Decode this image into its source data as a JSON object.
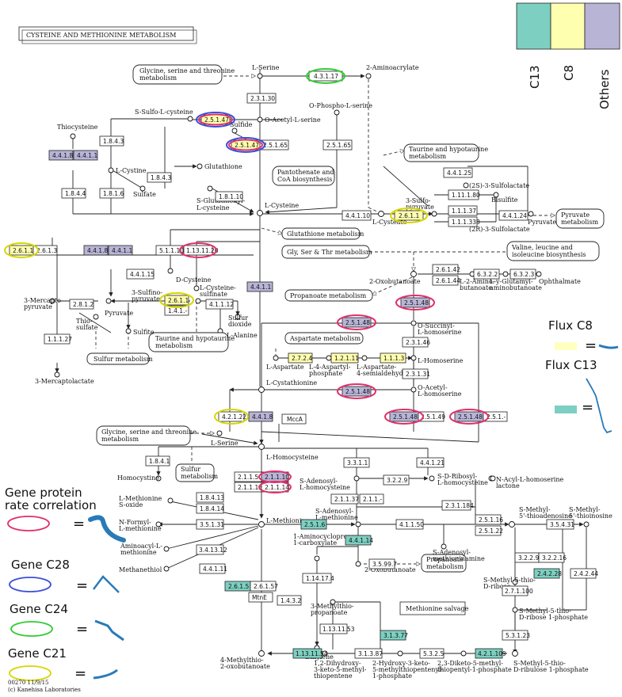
{
  "title": "CYSTEINE AND METHIONINE METABOLISM",
  "footer": {
    "line1": "00270 11/9/15",
    "line2": "(c) Kanehisa Laboratories"
  },
  "colors": {
    "c13": "#7dcfc1",
    "c8": "#ffffb0",
    "others": "#b8b4d6",
    "rate": "#e0306a",
    "c28": "#3b4fd8",
    "c24": "#33cc33",
    "c21": "#d6d600",
    "curve": "#2a7ab8"
  },
  "color_key": {
    "c13": "C13",
    "c8": "C8",
    "others": "Others"
  },
  "flux": {
    "c8": "Flux  C8",
    "c13": "Flux  C13",
    "eq": "="
  },
  "legend": {
    "rate": "Gene protein rate correlation",
    "c28": "Gene C28",
    "c24": "Gene C24",
    "c21": "Gene C21",
    "eq": "="
  },
  "compounds": {
    "serine": "L-Serine",
    "aminoacrylate": "2-Aminoacrylate",
    "sulfo_cys": "S-Sulfo-L-cysteine",
    "acetylserine": "O-Acetyl-L-serine",
    "phosphoserine": "O-Phospho-L-serine",
    "thiocysteine": "Thiocysteine",
    "sulfide": "Sulfide",
    "cystine": "L-Cystine",
    "sulfate": "Sulfate",
    "glutathione": "Glutathione",
    "sgluta1": "S-Glutathionyl-",
    "sgluta2": "L-cysteine",
    "cysteine": "L-Cysteine",
    "cysteate": "L-Cysteate",
    "sulfolactate": "(2S)-3-Sulfolactate",
    "bisulfite": "Bisulfite",
    "sulfopyr1": "3-Sulfo-",
    "sulfopyr2": "pyruvate",
    "r_sulfolactate": "(2R)-3-Sulfolactate",
    "pyruvate_r": "Pyruvate",
    "dcysteine": "D-Cysteine",
    "lcys_sulf1": "L-Cysteine-",
    "lcys_sulf2": "sulfinate",
    "mercaptopyr1": "3-Mercapto-",
    "mercaptopyr2": "pyruvate",
    "sulfinopyr1": "3-Sulfino-",
    "sulfinopyr2": "pyruvate",
    "pyruvate_l": "Pyruvate",
    "thiosulfate1": "Thio-",
    "thiosulfate2": "sulfate",
    "sulfite": "Sulfite",
    "sdioxide1": "Sulfur",
    "sdioxide2": "dioxide",
    "alanine": "L-Alanine",
    "mercaptolactate": "3-Mercaptolactate",
    "oxobutanoate": "2-Oxobutanoate",
    "aminobut1": "L-2-Amino-",
    "aminobut2": "butanoate",
    "glutamyl1": "L-y-Glutamyl-",
    "glutamyl2": "aminobutanoate",
    "ophthalmate": "Ophthalmate",
    "succhomoser1": "O-Succinyl-",
    "succhomoser2": "L-homoserine",
    "homoserine": "L-Homoserine",
    "aspartate": "L-Aspartate",
    "aspphos1": "L-4-Aspartyl-",
    "aspphos2": "phosphate",
    "aspsemi1": "L-Aspartate-",
    "aspsemi2": "4-semialdehyde",
    "cystathionine": "L-Cystathionine",
    "acethomoser1": "O-Acetyl-",
    "acethomoser2": "L-homoserine",
    "lserine2": "L-Serine",
    "homocysteine": "L-Homocysteine",
    "homocystine": "Homocystine",
    "sah1": "S-Adenosyl-",
    "sah2": "L-homocysteine",
    "sribosyl1": "S-D-Ribosyl-",
    "sribosyl2": "L-homocysteine",
    "acylhomoser1": "N-Acyl-L-homoserine",
    "acylhomoser2": "lactone",
    "metsulfox1": "L-Methionine",
    "metsulfox2": "S-oxide",
    "methionine": "L-Methionine",
    "sam1": "S-Adenosyl-",
    "sam2": "L-methionine",
    "mta1": "S-Methyl-",
    "mta2": "5'-thioadenosine",
    "mtinosine1": "S-Methyl-",
    "mtinosine2": "5'-thioinosine",
    "formylmet1": "N-Formyl-",
    "formylmet2": "L-methionine",
    "dcsam1": "S-Adenosyl-",
    "dcsam2": "methioninamine",
    "aminoacylmet1": "Aminoacyl-L-",
    "aminoacylmet2": "methionine",
    "methanethiol": "Methanethiol",
    "acc1": "1-Aminocyclopropane-",
    "acc2": "1-carboxylate",
    "oxobut2": "2-Oxobutanoate",
    "mtr1": "S-Methyl-5-thio-",
    "mtr2": "D-ribose",
    "mtr1p1": "S-Methyl-5-thio-",
    "mtr1p2": "D-ribose 1-phosphate",
    "ethylene": "Ethylene",
    "mtprop1": "3-Methylthio-",
    "mtprop2": "propanoate",
    "salvage": "Methionine salvage",
    "mtob1": "4-Methylthio-",
    "mtob2": "2-oxobutanoate",
    "dhk1": "1,2-Dihydroxy-",
    "dhk2": "3-keto-5-methyl-",
    "dhk3": "thiopentene",
    "hk1": "2-Hydroxy-3-keto-",
    "hk2": "5-methylthiopentenyl-",
    "hk3": "1-phosphate",
    "dk1": "2,3-Diketo-5-methyl-",
    "dk2": "thiopentyl-1-phosphate",
    "mtru1p1": "S-Methyl-5-thio-",
    "mtru1p2": "D-ribulose 1-phosphate"
  },
  "maps": {
    "gly_ser_thr": "Glycine, serine and threonine",
    "gly_ser_thr2": "metabolism",
    "taurine": "Taurine and hypotaurine",
    "taurine2": "metabolism",
    "pantothenate": "Pantothenate and",
    "pantothenate2": "CoA biosynthesis",
    "pyruvate": "Pyruvate",
    "pyruvate2": "metabolism",
    "glutathione": "Glutathione metabolism",
    "gst": "Gly, Ser & Thr metabolism",
    "val_leu": "Valine, leucine and",
    "val_leu2": "isoleucine biosynthesis",
    "propanoate": "Propanoate metabolism",
    "taurine_b": "Taurine and hypotaurine",
    "taurine_b2": "metabolism",
    "sulfur": "Sulfur metabolism",
    "aspartate": "Aspartate metabolism",
    "gly_ser_thr_b": "Glycine, serine and threonine",
    "gly_ser_thr_b2": "metabolism",
    "sulfur_b": "Sulfur",
    "sulfur_b2": "metabolism",
    "propanoate_b": "Propanoate",
    "propanoate_b2": "metabolism"
  },
  "enzymes": {
    "e_4_3_1_17": "4.3.1.17",
    "e_2_3_1_30": "2.3.1.30",
    "e_2_5_1_47a": "2.5.1.47",
    "e_2_5_1_47b": "2.5.1.47",
    "e_2_5_1_65": "2.5.1.65",
    "e_2_5_1_65b": "2.5.1.65",
    "e_1_8_4_3": "1.8.4.3",
    "e_4_4_1_8a": "4.4.1.8",
    "e_4_4_1_1a": "4.4.1.1",
    "e_1_8_4_3b": "1.8.4.3",
    "e_1_8_4_4": "1.8.4.4",
    "e_1_8_1_6": "1.8.1.6",
    "e_1_8_1_10": "1.8.1.10",
    "e_4_4_1_25": "4.4.1.25",
    "e_1_11_1_80": "1.11.1.80",
    "e_4_4_1_10": "4.4.1.10",
    "e_2_6_1_1a": "2.6.1.1",
    "e_1_1_1_37": "1.1.1.37",
    "e_1_1_1_338": "1.1.1.338",
    "e_4_4_1_24": "4.4.1.24",
    "e_2_6_1_1b": "2.6.1.1",
    "e_2_6_1_3": "2.6.1.3",
    "e_4_4_1_8b": "4.4.1.8",
    "e_4_4_1_1b": "4.4.1.1",
    "e_5_1_1_10": "5.1.1.10",
    "e_1_13_11_20": "1.13.11.20",
    "e_4_4_1_15": "4.4.1.15",
    "e_2_8_1_2": "2.8.1.2",
    "e_2_6_1_1c": "2.6.1.1",
    "e_1_4_1_x": "1.4.1.-",
    "e_4_1_1_12": "4.1.1.12",
    "e_4_4_1_1c": "4.4.1.1",
    "e_1_1_1_27": "1.1.1.27",
    "e_2_6_1_42": "2.6.1.42",
    "e_2_6_1_44": "2.6.1.44",
    "e_6_3_2_2": "6.3.2.2",
    "e_6_3_2_3": "6.3.2.3",
    "e_2_5_1_48a": "2.5.1.48",
    "e_2_5_1_48b": "2.5.1.48",
    "e_2_3_1_46": "2.3.1.46",
    "e_2_7_2_4": "2.7.2.4",
    "e_1_2_1_11": "1.2.1.11",
    "e_1_1_1_3": "1.1.1.3",
    "e_2_3_1_31": "2.3.1.31",
    "e_2_5_1_48c": "2.5.1.48",
    "e_2_5_1_48d": "2.5.1.48",
    "e_2_5_1_49": "2.5.1.49",
    "e_2_5_1_48e": "2.5.1.48",
    "e_2_5_1_x": "2.5.1.-",
    "e_4_2_1_22": "4.2.1.22",
    "e_4_4_1_8c": "4.4.1.8",
    "e_mcca": "MccA",
    "e_1_8_4_1": "1.8.4.1",
    "e_2_1_1_5": "2.1.1.5",
    "e_2_1_1_10": "2.1.1.10",
    "e_2_1_1_13": "2.1.1.13",
    "e_2_1_1_14": "2.1.1.14",
    "e_3_3_1_1": "3.3.1.1",
    "e_4_4_1_21": "4.4.1.21",
    "e_3_2_2_9a": "3.2.2.9",
    "e_2_1_1_37": "2.1.1.37",
    "e_2_1_1_x": "2.1.1.-",
    "e_2_3_1_184": "2.3.1.184",
    "e_1_8_4_13": "1.8.4.13",
    "e_1_8_4_14": "1.8.4.14",
    "e_3_5_1_31": "3.5.1.31",
    "e_2_5_1_6": "2.5.1.6",
    "e_4_1_1_50": "4.1.1.50",
    "e_2_5_1_16": "2.5.1.16",
    "e_2_5_1_22": "2.5.1.22",
    "e_3_5_4_31": "3.5.4.31",
    "e_3_4_13_12": "3.4.13.12",
    "e_4_4_1_14": "4.4.1.14",
    "e_3_5_99_7": "3.5.99.7",
    "e_3_2_2_9b": "3.2.2.9",
    "e_3_2_2_16": "3.2.2.16",
    "e_2_4_2_28": "2.4.2.28",
    "e_2_4_2_44": "2.4.2.44",
    "e_4_4_1_11": "4.4.1.11",
    "e_2_7_1_100": "2.7.1.100",
    "e_2_6_1_5": "2.6.1.5",
    "e_2_6_1_57": "2.6.1.57",
    "e_mtne": "MtnE",
    "e_1_4_3_2": "1.4.3.2",
    "e_1_14_17_4": "1.14.17.4",
    "e_5_3_1_23": "5.3.1.23",
    "e_1_13_11_53": "1.13.11.53",
    "e_3_1_3_77": "3.1.3.77",
    "e_1_13_11_54": "1.13.11.54",
    "e_3_1_3_87": "3.1.3.87",
    "e_5_3_2_5": "5.3.2.5",
    "e_4_2_1_109": "4.2.1.109"
  }
}
